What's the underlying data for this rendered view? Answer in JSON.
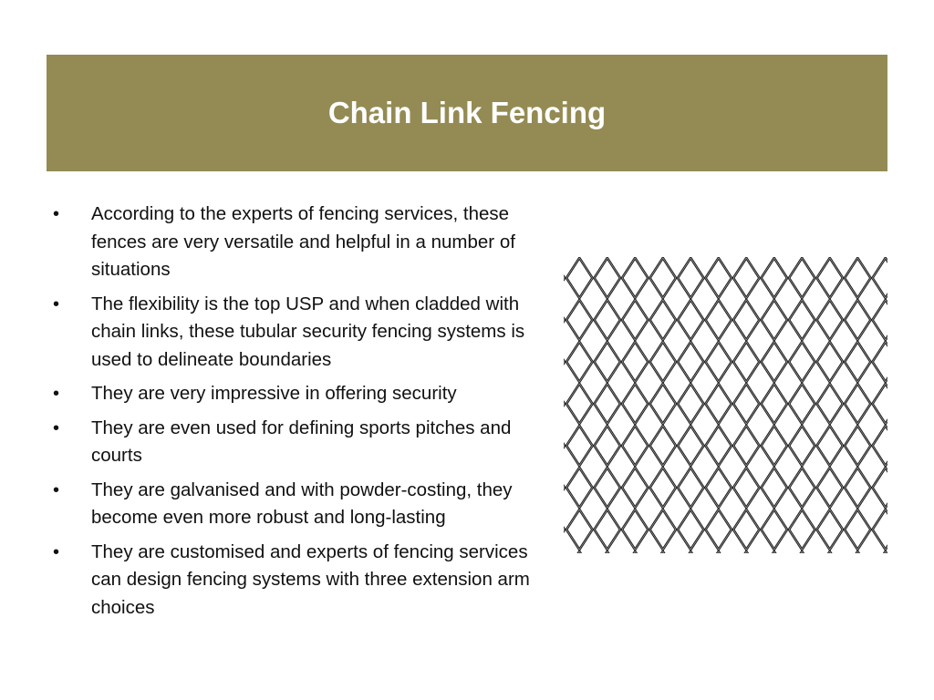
{
  "slide": {
    "title": "Chain Link Fencing",
    "bullet_glyph": "•",
    "bullets": [
      "According to the experts of fencing services, these fences are very versatile and helpful in a number of situations",
      "The flexibility is the top USP and when cladded with chain links, these tubular security fencing systems is used to delineate boundaries",
      "They are very impressive in offering security",
      "They are even used for defining sports pitches and courts",
      "They are galvanised and with powder-costing, they become even more robust and long-lasting",
      "They are customised and experts of fencing services can design fencing systems with three extension arm choices"
    ]
  },
  "colors": {
    "title_band": "#948b54",
    "title_text": "#ffffff",
    "body_text": "#111111",
    "mesh_wire": "#1a1a1a"
  },
  "image": {
    "icon": "chain-link-mesh-icon"
  }
}
